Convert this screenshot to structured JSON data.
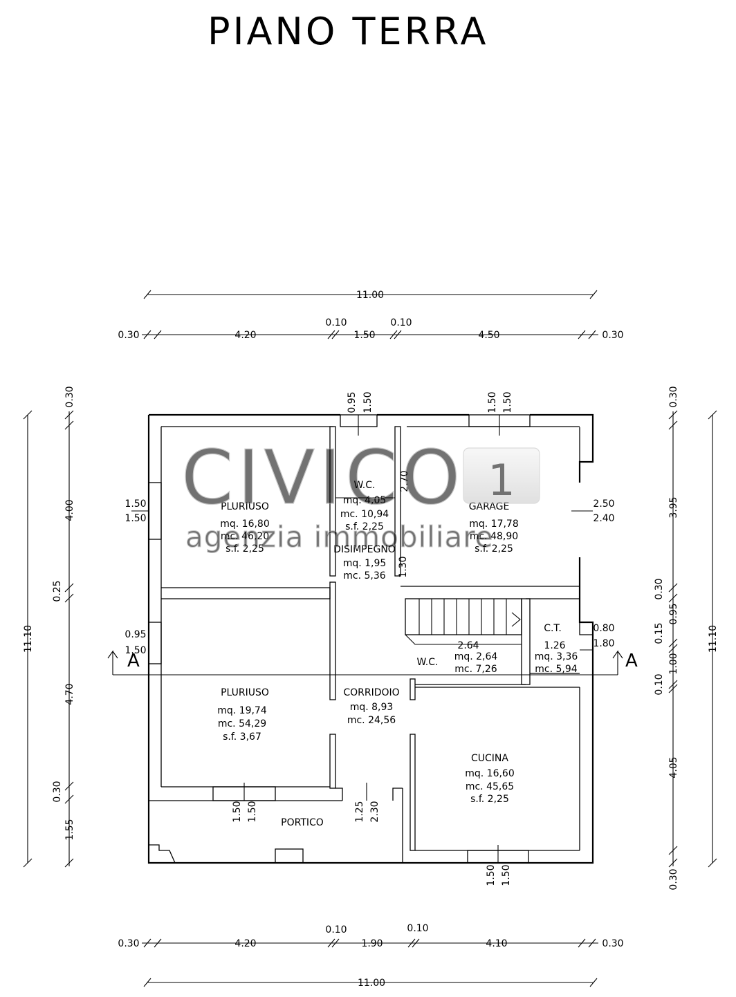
{
  "title": "PIANO TERRA",
  "watermark": {
    "brand": "CIVICO",
    "number": "1",
    "tagline": "agenzia immobiliare"
  },
  "section_marker": "A",
  "rooms": [
    {
      "id": "pluriuso-top",
      "name": "PLURIUSO",
      "lines": [
        "mq. 16,80",
        "mc. 46,20",
        "s.f. 2,25"
      ]
    },
    {
      "id": "wc-top",
      "name": "W.C.",
      "lines": [
        "mq. 4,05",
        "mc. 10,94",
        "s.f. 2,25"
      ]
    },
    {
      "id": "disimpegno",
      "name": "DISIMPEGNO",
      "lines": [
        "mq. 1,95",
        "mc. 5,36"
      ]
    },
    {
      "id": "garage",
      "name": "GARAGE",
      "lines": [
        "mq. 17,78",
        "mc. 48,90",
        "s.f. 2,25"
      ]
    },
    {
      "id": "ct",
      "name": "C.T.",
      "lines": [
        "mq. 3,36",
        "mc. 5,94"
      ]
    },
    {
      "id": "wc-bottom",
      "name": "W.C.",
      "lines": [
        "mq. 2,64",
        "mc. 7,26"
      ]
    },
    {
      "id": "pluriuso-bottom",
      "name": "PLURIUSO",
      "lines": [
        "mq. 19,74",
        "mc. 54,29",
        "s.f. 3,67"
      ]
    },
    {
      "id": "corridoio",
      "name": "CORRIDOIO",
      "lines": [
        "mq. 8,93",
        "mc. 24,56"
      ]
    },
    {
      "id": "cucina",
      "name": "CUCINA",
      "lines": [
        "mq. 16,60",
        "mc. 45,65",
        "s.f. 2,25"
      ]
    },
    {
      "id": "portico",
      "name": "PORTICO",
      "lines": []
    }
  ],
  "dimensions": {
    "top_total": "11.00",
    "top_chain": [
      "0.30",
      "4.20",
      "0.10",
      "1.50",
      "0.10",
      "4.50",
      "0.30"
    ],
    "bottom_chain": [
      "0.30",
      "4.20",
      "0.10",
      "1.90",
      "0.10",
      "4.10",
      "0.30"
    ],
    "bottom_total": "11.00",
    "left_total": "11.10",
    "left_chain": [
      "0.30",
      "4.00",
      "0.25",
      "4.70",
      "0.30",
      "1.55"
    ],
    "right_total": "11.10",
    "right_chain": [
      "0.30",
      "3.95",
      "0.30",
      "0.95",
      "0.15",
      "1.00",
      "0.10",
      "4.05",
      "0.30"
    ],
    "openings": {
      "wc_window": [
        "0.95",
        "1.50"
      ],
      "garage_window": [
        "1.50",
        "1.50"
      ],
      "pluriuso_top_window": [
        "1.50",
        "1.50"
      ],
      "pluriuso_bottom_window": [
        "0.95",
        "1.50"
      ],
      "garage_side": [
        "2.50",
        "2.40"
      ],
      "ct_window": [
        "0.80",
        "1.80"
      ],
      "wc_height": "2.70",
      "disimpegno_height": "1.30",
      "wc_bottom_width": "2.64",
      "ct_width": "1.26",
      "pluriuso_bottom_south": [
        "1.50",
        "1.50"
      ],
      "portico_door": [
        "1.25",
        "2.30"
      ],
      "cucina_window": [
        "1.50",
        "1.50"
      ]
    }
  }
}
